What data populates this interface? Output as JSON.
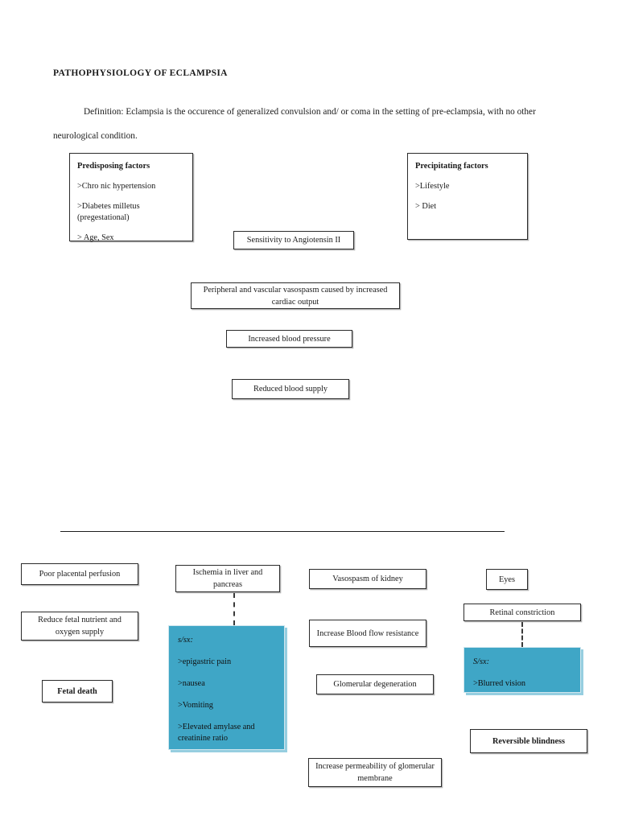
{
  "document": {
    "title": "PATHOPHYSIOLOGY OF ECLAMPSIA",
    "definition": "Definition: Eclampsia is the occurence of generalized convulsion and/ or coma in the setting of pre-eclampsia, with no other neurological condition."
  },
  "colors": {
    "teal_fill": "#3fa6c6",
    "box_border": "#2b2b2b",
    "text": "#1a1a1a"
  },
  "predisposing": {
    "heading": "Predisposing factors",
    "items": [
      ">Chro nic hypertension",
      ">Diabetes milletus (pregestational)",
      "> Age, Sex"
    ]
  },
  "precipitating": {
    "heading": "Precipitating factors",
    "items": [
      ">Lifestyle",
      "> Diet"
    ]
  },
  "flow": {
    "sensitivity": "Sensitivity to Angiotensin II",
    "vasospasm": "Peripheral and vascular vasospasm caused by increased cardiac output",
    "increased_bp": "Increased blood pressure",
    "reduced_supply": "Reduced blood supply"
  },
  "placental": {
    "perfusion": "Poor placental perfusion",
    "nutrient": "Reduce fetal nutrient and oxygen supply",
    "outcome": "Fetal death"
  },
  "hepatic": {
    "ischemia": "Ischemia in liver and pancreas",
    "sx_heading": "s/sx:",
    "sx_items": [
      ">epigastric pain",
      ">nausea",
      ">Vomiting",
      ">Elevated amylase and creatinine ratio"
    ]
  },
  "renal": {
    "vasospasm": "Vasospasm of kidney",
    "resistance": "Increase   Blood flow resistance",
    "degeneration": "Glomerular degeneration",
    "permeability": "Increase permeability of glomerular membrane"
  },
  "ocular": {
    "organ": "Eyes",
    "constriction": "Retinal constriction",
    "sx_heading": "S/sx:",
    "sx_items": [
      ">Blurred vision"
    ],
    "outcome": "Reversible blindness"
  }
}
